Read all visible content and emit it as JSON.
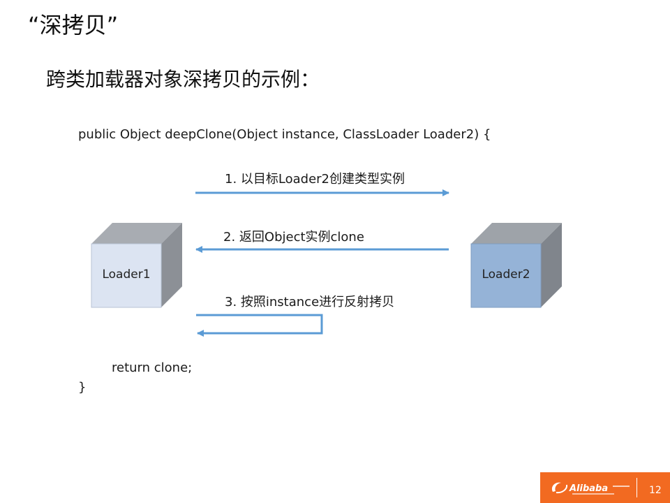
{
  "slide": {
    "title": "“深拷贝”",
    "subtitle": "跨类加载器对象深拷贝的示例："
  },
  "code": {
    "line1": "public Object deepClone(Object instance, ClassLoader Loader2) {",
    "line2": "return clone;",
    "line3": "}"
  },
  "diagram": {
    "left_box": "Loader1",
    "right_box": "Loader2",
    "step1": "1. 以目标Loader2创建类型实例",
    "step2": "2. 返回Object实例clone",
    "step3": "3. 按照instance进行反射拷贝",
    "colors": {
      "left_box_front": "#dce4f2",
      "right_box_front": "#95b3d7",
      "box_side": "#8c9096",
      "arrow": "#5b9bd5"
    }
  },
  "footer": {
    "brand": "Alibaba",
    "page_number": "12",
    "bar_color": "#f26a21"
  }
}
